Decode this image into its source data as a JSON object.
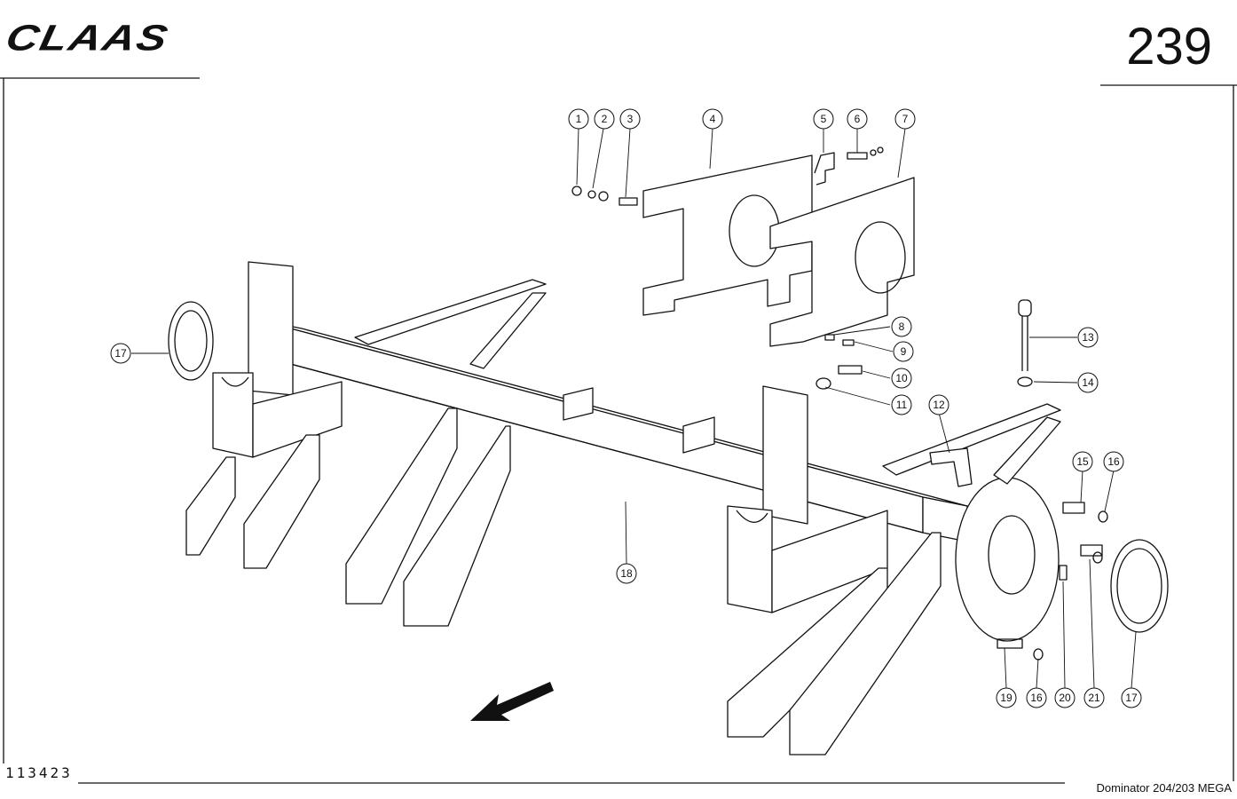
{
  "header": {
    "brand": "CLAAS",
    "page_number": "239"
  },
  "footer": {
    "drawing_number": "113423",
    "model": "Dominator 204/203 MEGA"
  },
  "callouts": [
    "1",
    "2",
    "3",
    "4",
    "5",
    "6",
    "7",
    "8",
    "9",
    "10",
    "11",
    "12",
    "13",
    "14",
    "15",
    "16",
    "17",
    "18",
    "19",
    "16",
    "20",
    "21",
    "17"
  ],
  "icons": {
    "direction_arrow": "direction-arrow-icon"
  }
}
